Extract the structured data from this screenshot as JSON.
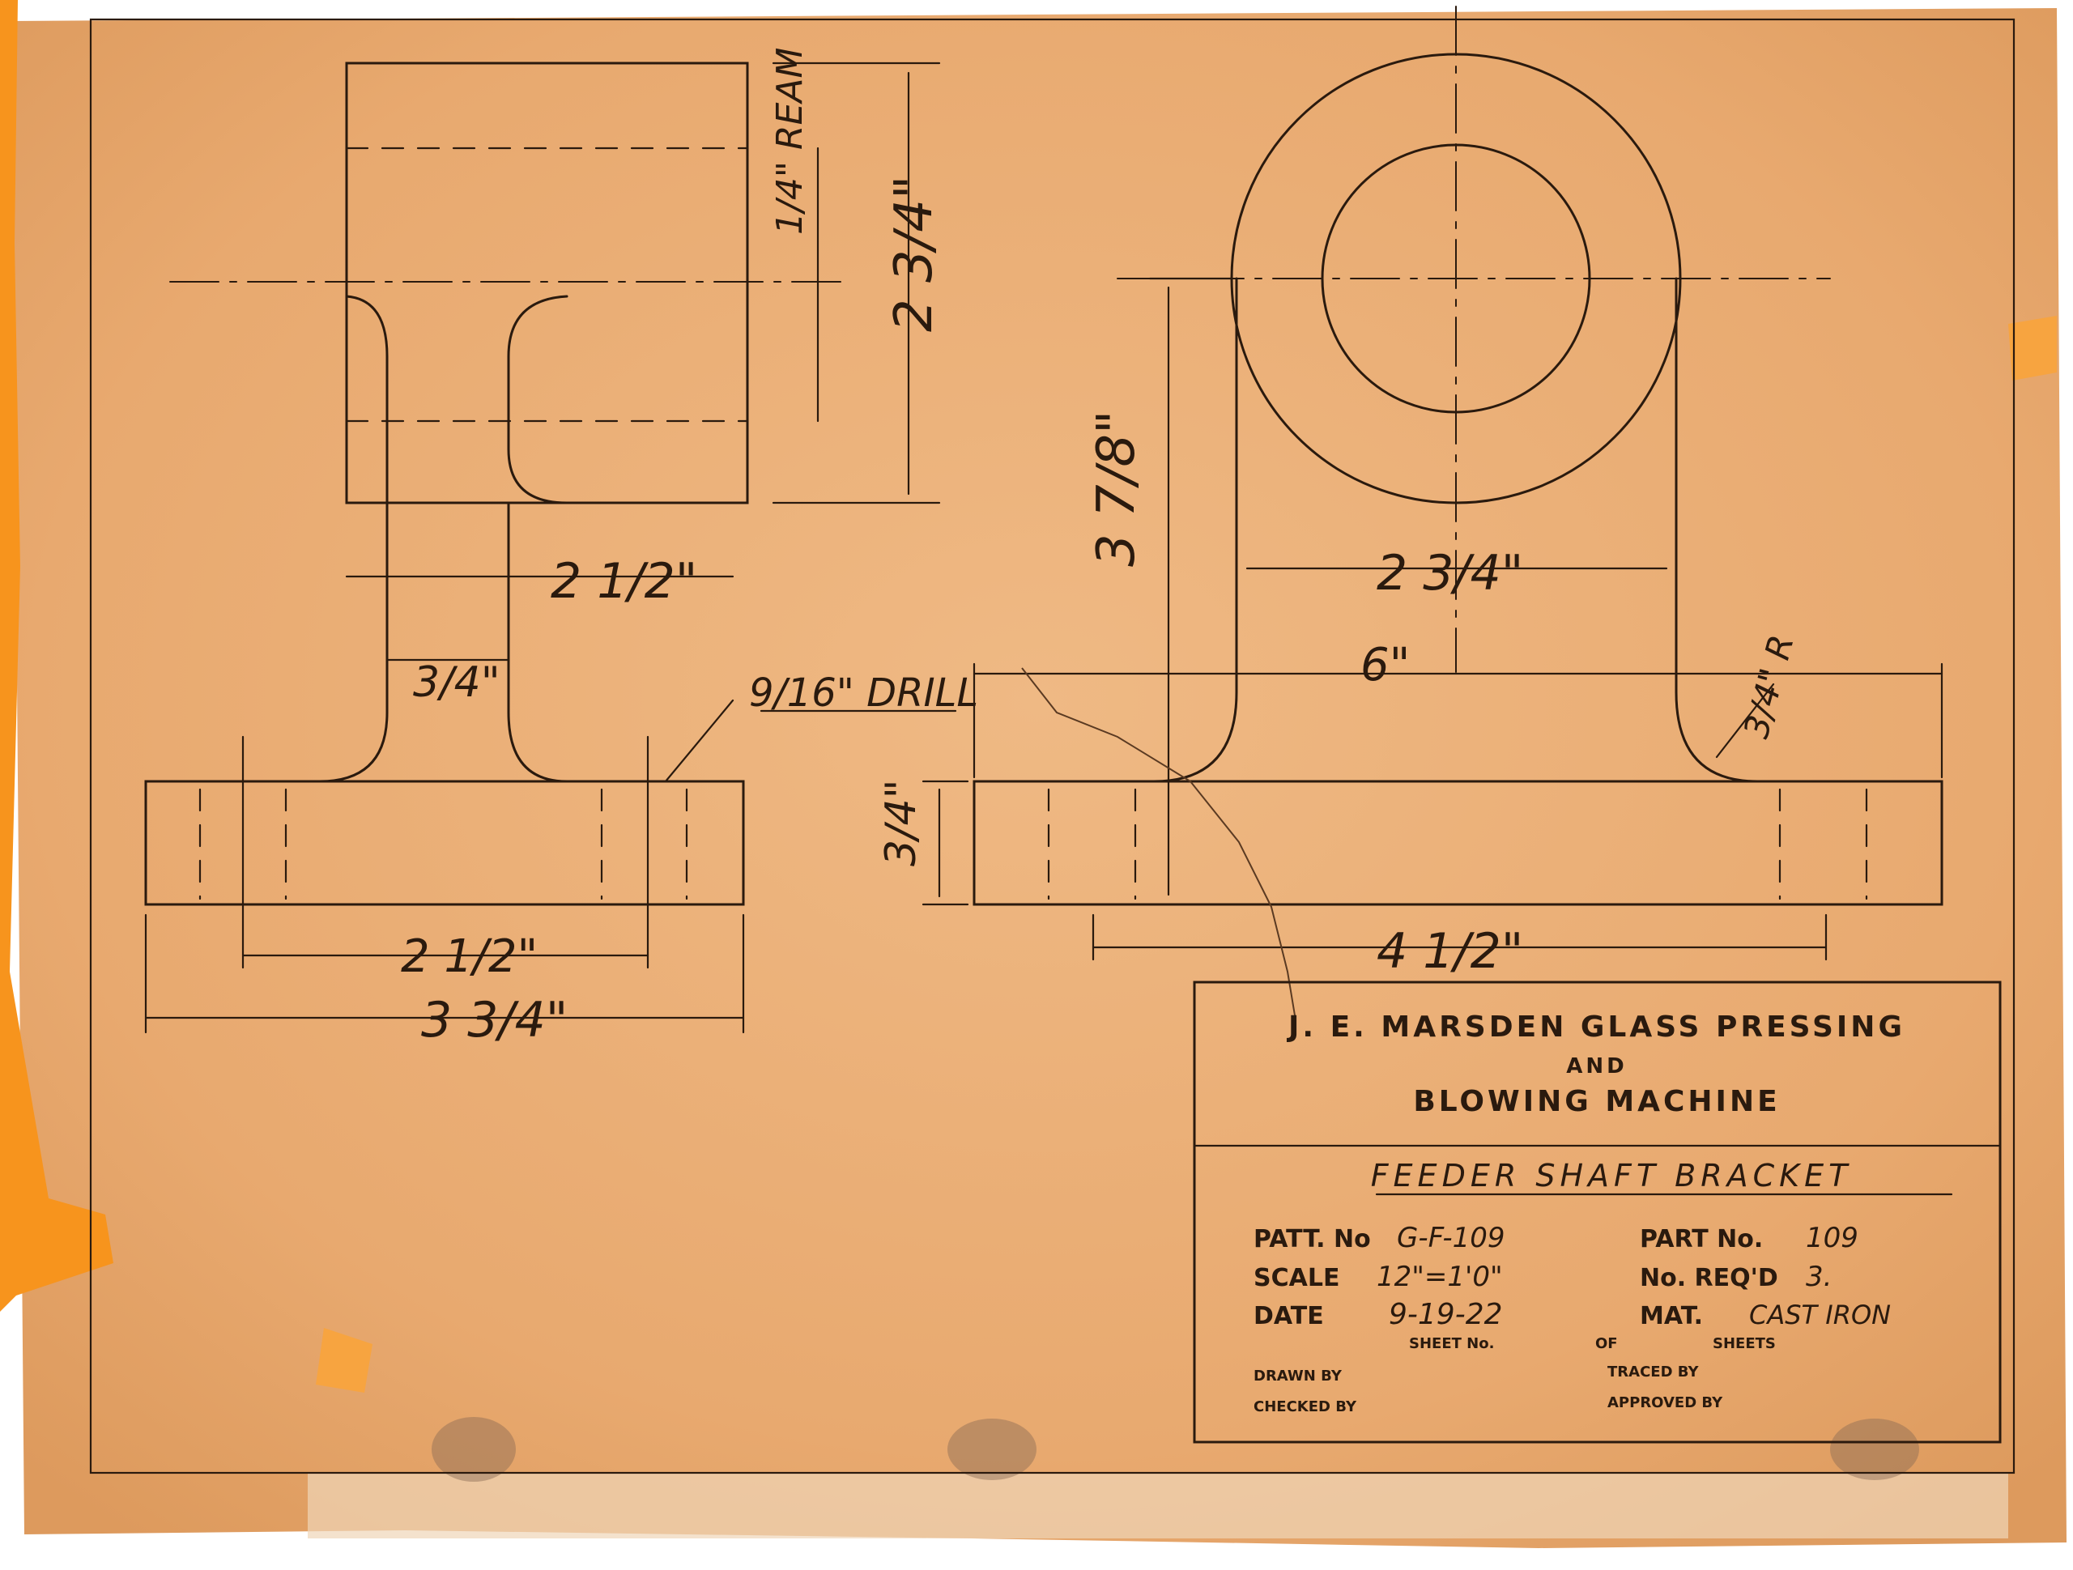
{
  "colors": {
    "paper": "#e8a96f",
    "paper_light": "#efb984",
    "paper_edge": "#f0d6b8",
    "ink": "#2a1a0e",
    "tear": "#f7941d",
    "stain": "#8a6a55"
  },
  "front_view": {
    "dim_height_top": "2 3/4\"",
    "dim_ream": "1/4\" REAM",
    "dim_width_hub": "2 1/2\"",
    "dim_web": "3/4\"",
    "dim_drill": "9/16\" DRILL",
    "dim_base_holes": "2 1/2\"",
    "dim_base_width": "3 3/4\""
  },
  "side_view": {
    "dim_height": "3 7/8\"",
    "dim_upright": "2 3/4\"",
    "dim_length": "6\"",
    "dim_radius": "3/4\" R",
    "dim_base_thick": "3/4\"",
    "dim_holes": "4 1/2\""
  },
  "title_block": {
    "company_line1": "J. E. MARSDEN GLASS PRESSING",
    "company_line2": "AND",
    "company_line3": "BLOWING MACHINE",
    "part_name": "FEEDER SHAFT BRACKET",
    "patt_label": "PATT. No",
    "patt_value": "G-F-109",
    "part_label": "PART No.",
    "part_value": "109",
    "scale_label": "SCALE",
    "scale_value": "12\"=1'0\"",
    "req_label": "No. REQ'D",
    "req_value": "3.",
    "date_label": "DATE",
    "date_value": "9-19-22",
    "mat_label": "MAT.",
    "mat_value": "CAST IRON",
    "sheet_no_label": "SHEET No.",
    "of_label": "OF",
    "sheets_label": "SHEETS",
    "drawn_by_label": "DRAWN BY",
    "traced_by_label": "TRACED BY",
    "checked_by_label": "CHECKED BY",
    "approved_by_label": "APPROVED BY"
  }
}
